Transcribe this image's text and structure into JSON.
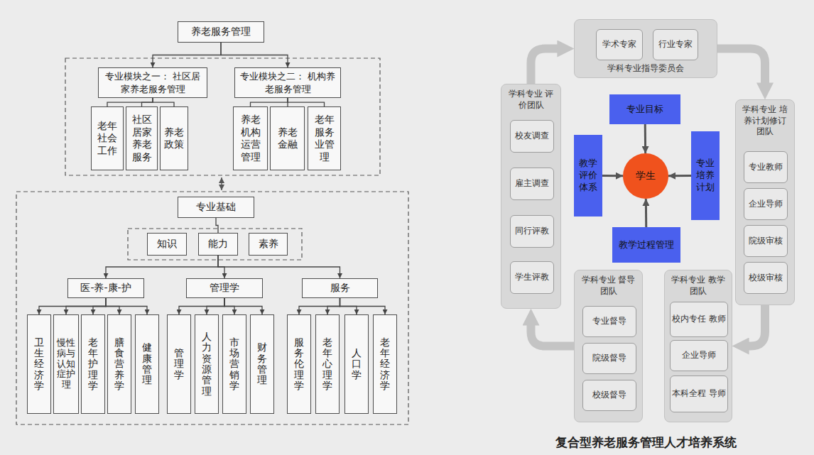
{
  "diagram": {
    "caption": "复合型养老服务管理人才培养系统",
    "nodes": [
      {
        "text": [
          "养老服务管理"
        ]
      },
      {
        "text": [
          "专业模块之一： 社区居家养老服务管理"
        ]
      },
      {
        "text": [
          "老年社会工作"
        ]
      },
      {
        "text": [
          "社区居家养老服务"
        ]
      },
      {
        "text": [
          "养老政策"
        ]
      },
      {
        "text": [
          "专业模块之二： 机构养老服务管理"
        ]
      },
      {
        "text": [
          "养老机构运营管理"
        ]
      },
      {
        "text": [
          "养老金融"
        ]
      },
      {
        "text": [
          "老年服务业管理"
        ]
      },
      {
        "text": [
          "专业基础"
        ]
      },
      {
        "text": [
          "知识"
        ]
      },
      {
        "text": [
          "能力"
        ]
      },
      {
        "text": [
          "素养"
        ]
      },
      {
        "text": [
          "医-养-康-护"
        ]
      },
      {
        "text": [
          "管理学"
        ]
      },
      {
        "text": [
          "服务"
        ]
      },
      {
        "text": [
          "卫生经济学"
        ]
      },
      {
        "text": [
          "慢性病与认知症护理"
        ]
      },
      {
        "text": [
          "老年护理学"
        ]
      },
      {
        "text": [
          "膳食营养学"
        ]
      },
      {
        "text": [
          "健康管理"
        ]
      },
      {
        "text": [
          "管理学"
        ]
      },
      {
        "text": [
          "人力资源管理"
        ]
      },
      {
        "text": [
          "市场营销学"
        ]
      },
      {
        "text": [
          "财务管理"
        ]
      },
      {
        "text": [
          "服务伦理学"
        ]
      },
      {
        "text": [
          "老年心理学"
        ]
      },
      {
        "text": [
          "人口学"
        ]
      },
      {
        "text": [
          "老年经济学"
        ]
      },
      {
        "text": [
          "学科专业指导委员会"
        ]
      },
      {
        "text": [
          "学术专家"
        ],
        "in": 29
      },
      {
        "text": [
          "行业专家"
        ],
        "in": 29
      },
      {
        "text": [
          "学科专业 评价团队"
        ]
      },
      {
        "text": [
          "校友调查"
        ],
        "in": 32
      },
      {
        "text": [
          "雇主调查"
        ],
        "in": 32
      },
      {
        "text": [
          "同行评教"
        ],
        "in": 32
      },
      {
        "text": [
          "学生评教"
        ],
        "in": 32
      },
      {
        "text": [
          "学科专业 培养计划修订 团队"
        ]
      },
      {
        "text": [
          "专业教师"
        ],
        "in": 37
      },
      {
        "text": [
          "企业导师"
        ],
        "in": 37
      },
      {
        "text": [
          "院级审核"
        ],
        "in": 37
      },
      {
        "text": [
          "校级审核"
        ],
        "in": 37
      },
      {
        "text": [
          "学科专业 督导团队"
        ]
      },
      {
        "text": [
          "专业督导"
        ],
        "in": 42
      },
      {
        "text": [
          "院级督导"
        ],
        "in": 42
      },
      {
        "text": [
          "校级督导"
        ],
        "in": 42
      },
      {
        "text": [
          "学科专业 教学团队"
        ]
      },
      {
        "text": [
          "校内专任 教师"
        ],
        "in": 46
      },
      {
        "text": [
          "企业导师"
        ],
        "in": 46
      },
      {
        "text": [
          "本科全程 导师"
        ],
        "in": 46
      },
      {
        "text": [
          "专业目标"
        ]
      },
      {
        "text": [
          "专业培养计划"
        ]
      },
      {
        "text": [
          "教学过程管理"
        ]
      },
      {
        "text": [
          "教学评价体系"
        ]
      },
      {
        "text": [
          "学生"
        ]
      }
    ],
    "edges": [
      {
        "from": 0,
        "to": 1,
        "arrow": "to"
      },
      {
        "from": 0,
        "to": 5,
        "arrow": "to"
      },
      {
        "from": 1,
        "to": 2,
        "arrow": "none"
      },
      {
        "from": 1,
        "to": 3,
        "arrow": "none"
      },
      {
        "from": 1,
        "to": 4,
        "arrow": "none"
      },
      {
        "from": 5,
        "to": 6,
        "arrow": "none"
      },
      {
        "from": 5,
        "to": 7,
        "arrow": "none"
      },
      {
        "from": 5,
        "to": 8,
        "arrow": "none"
      },
      {
        "from": 9,
        "to": 11,
        "arrow": "none"
      },
      {
        "from": 11,
        "to": 13,
        "arrow": "to"
      },
      {
        "from": 11,
        "to": 14,
        "arrow": "to"
      },
      {
        "from": 11,
        "to": 15,
        "arrow": "to"
      },
      {
        "from": 13,
        "to": 16,
        "arrow": "to"
      },
      {
        "from": 13,
        "to": 17,
        "arrow": "to"
      },
      {
        "from": 13,
        "to": 18,
        "arrow": "to"
      },
      {
        "from": 13,
        "to": 19,
        "arrow": "to"
      },
      {
        "from": 13,
        "to": 20,
        "arrow": "to"
      },
      {
        "from": 14,
        "to": 21,
        "arrow": "to"
      },
      {
        "from": 14,
        "to": 22,
        "arrow": "to"
      },
      {
        "from": 14,
        "to": 23,
        "arrow": "to"
      },
      {
        "from": 14,
        "to": 24,
        "arrow": "to"
      },
      {
        "from": 15,
        "to": 25,
        "arrow": "to"
      },
      {
        "from": 15,
        "to": 26,
        "arrow": "to"
      },
      {
        "from": 15,
        "to": 27,
        "arrow": "to"
      },
      {
        "from": 15,
        "to": 28,
        "arrow": "to"
      },
      {
        "from": 50,
        "to": 54,
        "arrow": "to"
      },
      {
        "from": 51,
        "to": 54,
        "arrow": "to"
      },
      {
        "from": 52,
        "to": 54,
        "arrow": "to"
      },
      {
        "from": 53,
        "to": 54,
        "arrow": "to"
      },
      {
        "from": 32,
        "to": 29,
        "arrow": "to"
      },
      {
        "from": 29,
        "to": 37,
        "arrow": "to"
      },
      {
        "from": 37,
        "to": 46,
        "arrow": "to"
      },
      {
        "from": 42,
        "to": 32,
        "arrow": "to"
      }
    ]
  }
}
